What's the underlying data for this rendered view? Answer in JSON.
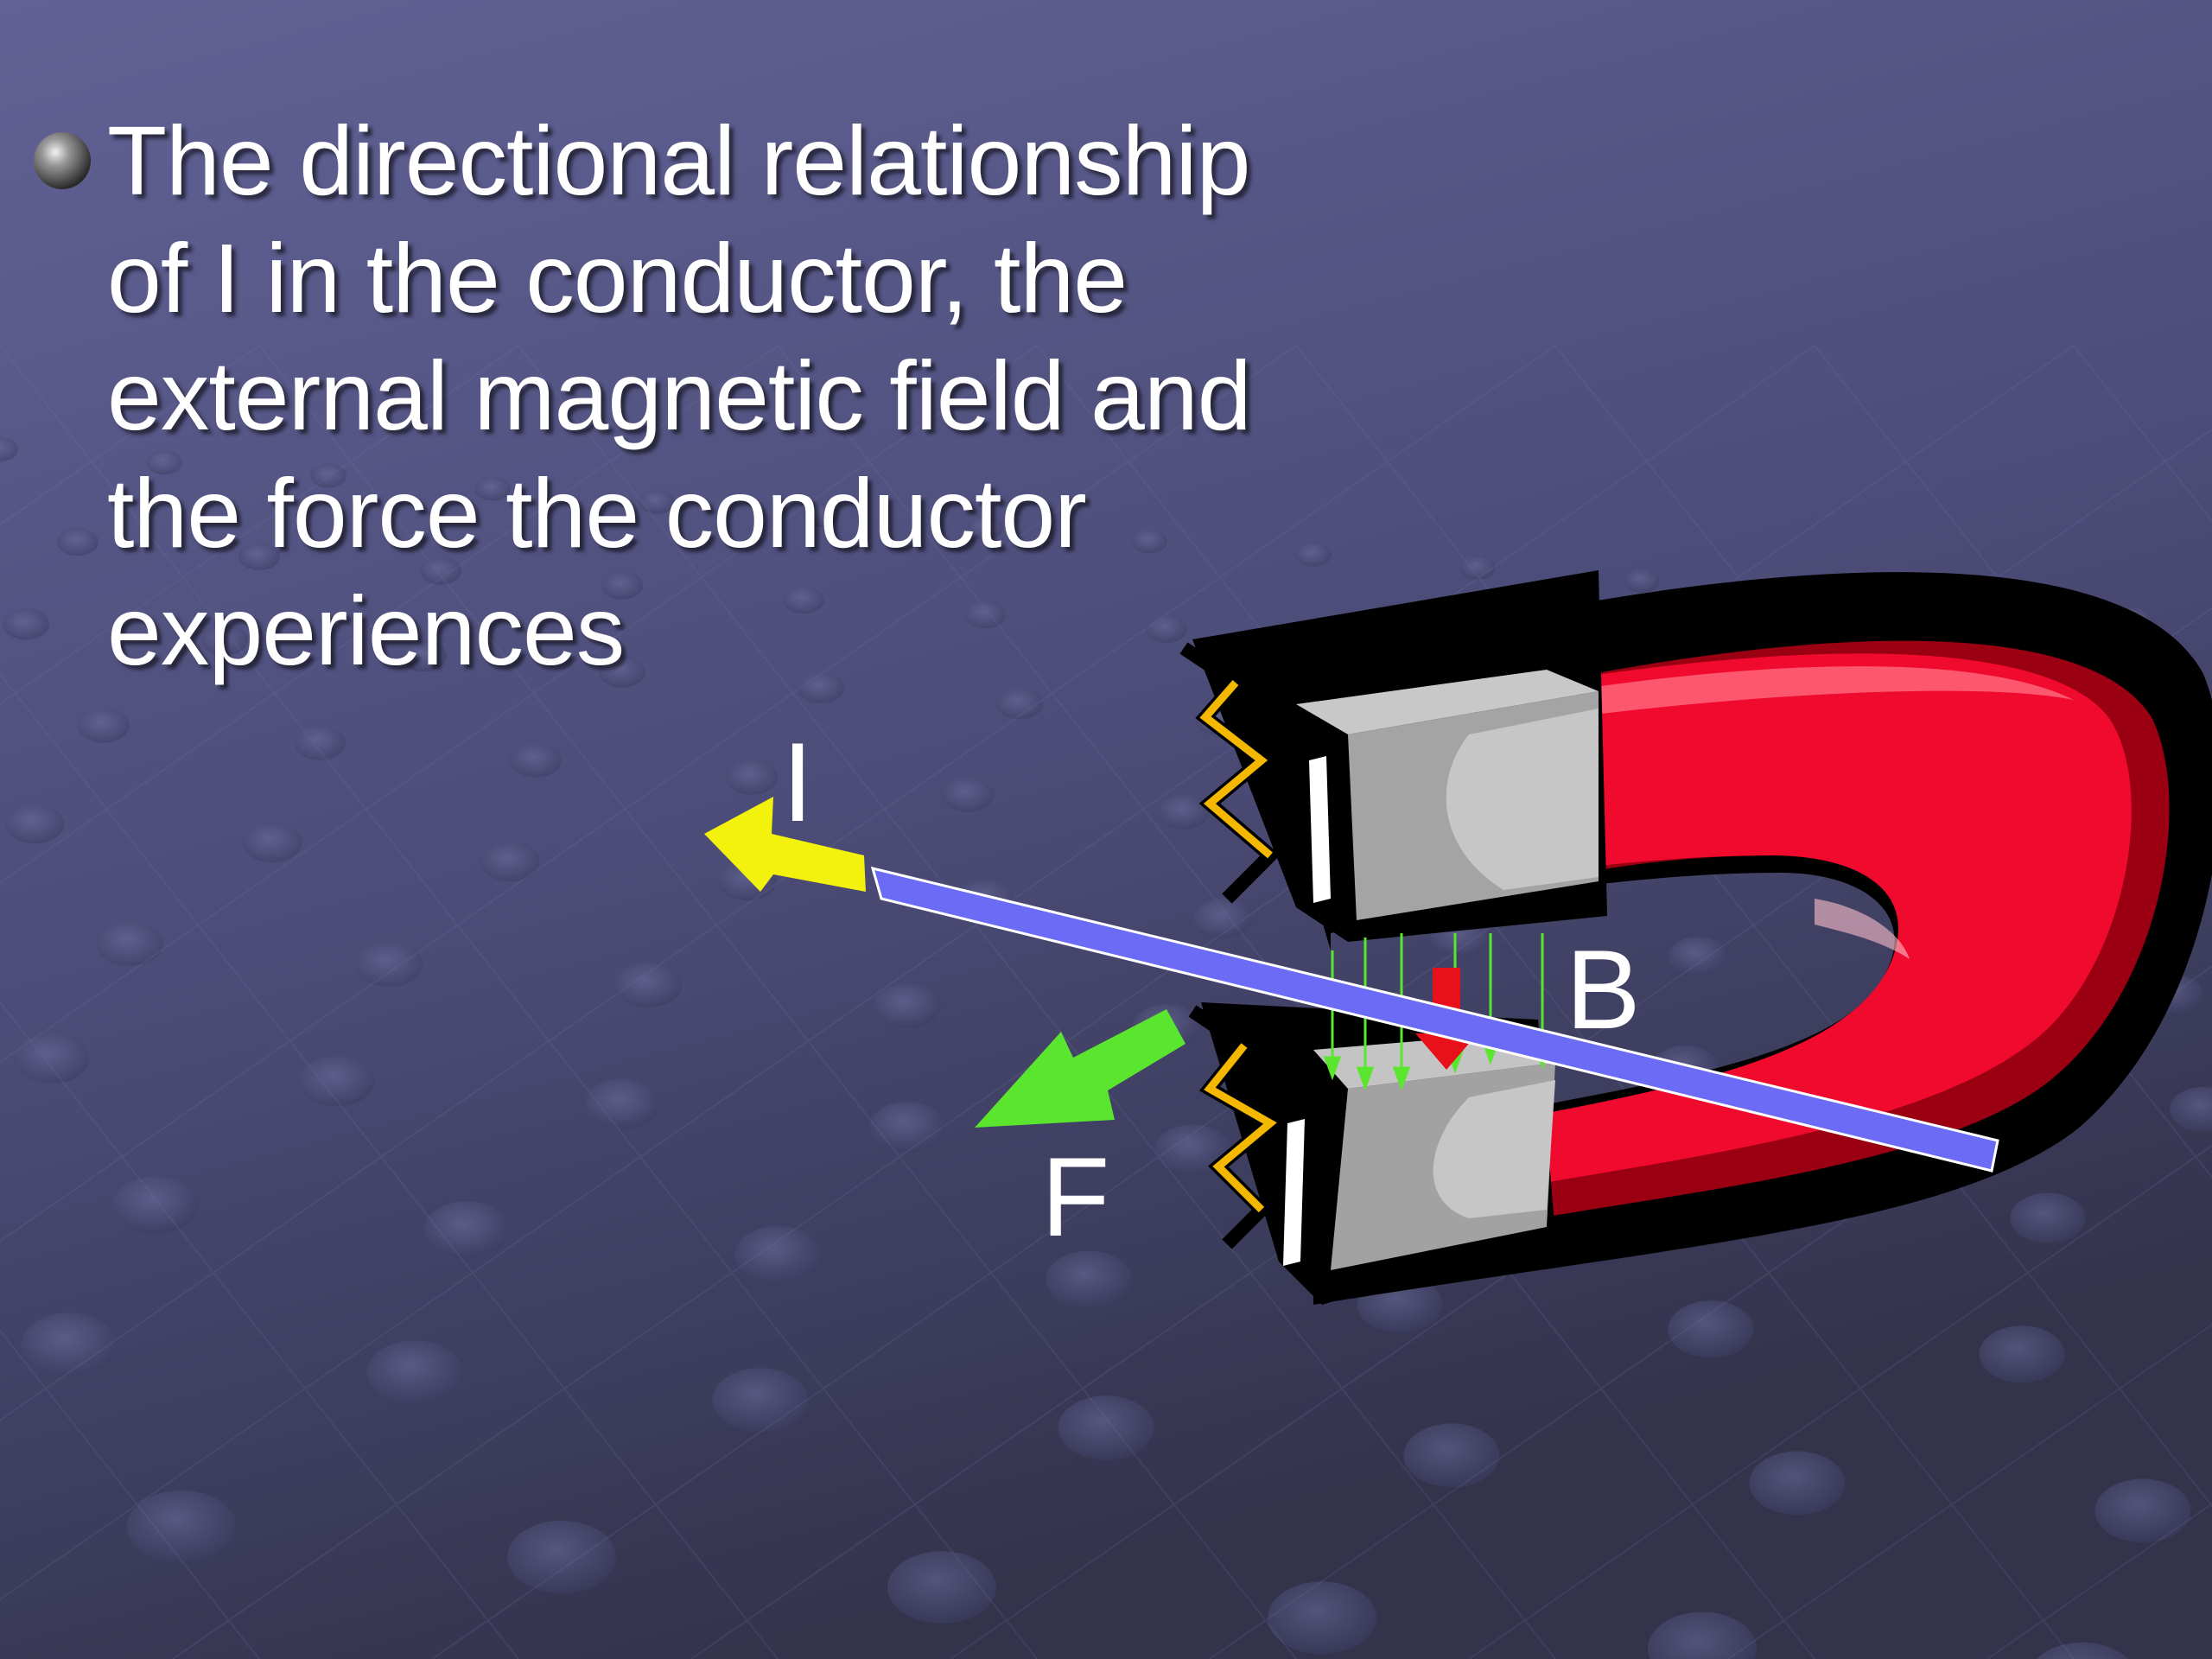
{
  "slide": {
    "bullets": [
      {
        "text": "The directional relationship of I in the conductor, the external magnetic field and the force the conductor experiences",
        "icon": "sphere-bullet-icon"
      }
    ]
  },
  "diagram": {
    "labels": {
      "current": "I",
      "field": "B",
      "force": "F"
    },
    "colors": {
      "background_top": "#5f5f92",
      "background_bottom": "#35354f",
      "magnet_red": "#f00a2e",
      "magnet_dark_red": "#9a0012",
      "pole_grey": "#a6a6a6",
      "conductor": "#6b6bf5",
      "current_arrow": "#f2f20c",
      "force_arrow": "#5ae62e",
      "field_lines": "#5ae62e",
      "field_arrow": "#e8101a",
      "spark": "#f5b800"
    }
  }
}
